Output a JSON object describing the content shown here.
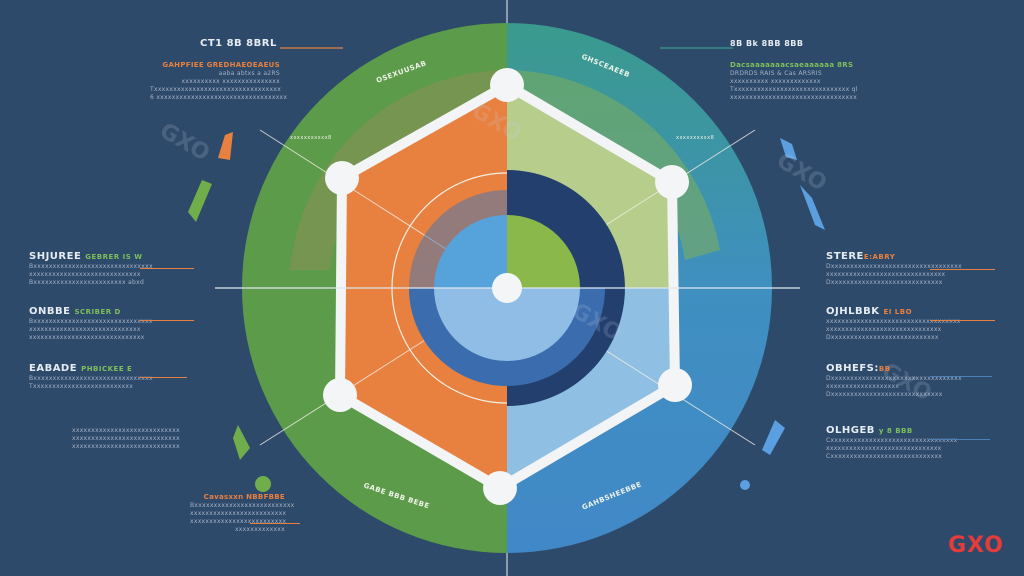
{
  "colors": {
    "background": "#2e4a6b",
    "green": "#5c9b4a",
    "teal": "#3a9a8c",
    "blue": "#4188c8",
    "orange": "#e8803f",
    "light_green": "#b6cd8c",
    "light_blue": "#8fbfe2",
    "navy": "#223f6e",
    "accent_red": "#e63b3b"
  },
  "watermark": "GXO",
  "logo": "GXO",
  "top_left": {
    "title": "CT1 8B 8BRL",
    "subtitle": "GAHPFIEE GREDHAEOEAEUS",
    "lines": [
      "aaba abtxs a a2RS",
      "xxxxxxxxxx xxxxxxxxxxxxxxx",
      "Txxxxxxxxxxxxxxxxxxxxxxxxxxxxxxxxx",
      "6 xxxxxxxxxxxxxxxxxxxxxxxxxxxxxxxxxx"
    ]
  },
  "top_right": {
    "title": "8B Bk 8BB 8BB",
    "subtitle": "Dacsaaaaaaacsaeaaaaaa 8RS",
    "lines": [
      "DRDRDS RAIS & Cas ARSRIS",
      "xxxxxxxxxx xxxxxxxxxxxxx",
      "Txxxxxxxxxxxxxxxxxxxxxxxxxxxxxx ql",
      "xxxxxxxxxxxxxxxxxxxxxxxxxxxxxxxxx"
    ]
  },
  "left_items": [
    {
      "title": "SHJUREE",
      "accent": "GEBRER IS W",
      "lines": [
        "Bxxxxxxxxxxxxxxxxxxxxxxxxxxxxxxx",
        "xxxxxxxxxxxxxxxxxxxxxxxxxxxxx",
        "Bxxxxxxxxxxxxxxxxxxxxxxxx abxd"
      ]
    },
    {
      "title": "ONBBE",
      "accent": "SCRIBER D",
      "lines": [
        "Bxxxxxxxxxxxxxxxxxxxxxxxxxxxxxxx",
        "xxxxxxxxxxxxxxxxxxxxxxxxxxxxx",
        "xxxxxxxxxxxxxxxxxxxxxxxxxxxxxx"
      ]
    },
    {
      "title": "EABADE",
      "accent": "PHBICKEE E",
      "lines": [
        "Bxxxxxxxxxxxxxxxxxxxxxxxxxxxxxxx",
        "Txxxxxxxxxxxxxxxxxxxxxxxxxx"
      ]
    }
  ],
  "left_lower": {
    "lines": [
      "xxxxxxxxxxxxxxxxxxxxxxxxxxxx",
      "xxxxxxxxxxxxxxxxxxxxxxxxxxxx",
      "xxxxxxxxxxxxxxxxxxxxxxxxxxxx"
    ]
  },
  "bottom_left": {
    "title": "Cavasxxn NBBFBBE",
    "lines": [
      "Bxxxxxxxxxxxxxxxxxxxxxxxxxx",
      "xxxxxxxxxxxxxxxxxxxxxxxxx",
      "xxxxxxxxxxxxxxxxxxxxxxxxx",
      "xxxxxxxxxxxxx"
    ]
  },
  "right_items": [
    {
      "title": "STERE",
      "accent": "E:ABRY",
      "lines": [
        "Dxxxxxxxxxxxxxxxxxxxxxxxxxxxxxxxxxx",
        "xxxxxxxxxxxxxxxxxxxxxxxxxxxxxxx",
        "Dxxxxxxxxxxxxxxxxxxxxxxxxxxxxx"
      ]
    },
    {
      "title": "OJHLBBK",
      "accent": "EI LBO",
      "lines": [
        "xxxxxxxxxxxxxxxxxxxxxxxxxxxxxxxxxxx",
        "xxxxxxxxxxxxxxxxxxxxxxxxxxxxxx",
        "Dxxxxxxxxxxxxxxxxxxxxxxxxxxxx"
      ]
    },
    {
      "title": "OBHEFS:",
      "accent": "BB",
      "lines": [
        "Dxxxxxxxxxxxxxxxxxxxxxxxxxxxxxxxxxx",
        "xxxxxxxxxxxxxxxxxxx",
        "Dxxxxxxxxxxxxxxxxxxxxxxxxxxxxx"
      ]
    },
    {
      "title": "OLHGEB",
      "accent": "y 8 BBB",
      "lines": [
        "Cxxxxxxxxxxxxxxxxxxxxxxxxxxxxxxxxx",
        "xxxxxxxxxxxxxxxxxxxxxxxxxxxxxx",
        "Cxxxxxxxxxxxxxxxxxxxxxxxxxxxxx"
      ]
    }
  ],
  "ring_labels": {
    "top_left": "OSEXUUSAB",
    "top_right": "GHSCEAEEB",
    "bottom_left": "GABE BBB BEBE",
    "bottom_right": "GAHBSHEEBBE",
    "left_outer": "xxxxxxxxxxx8",
    "right_outer": "xxxxxxxxxx8"
  }
}
